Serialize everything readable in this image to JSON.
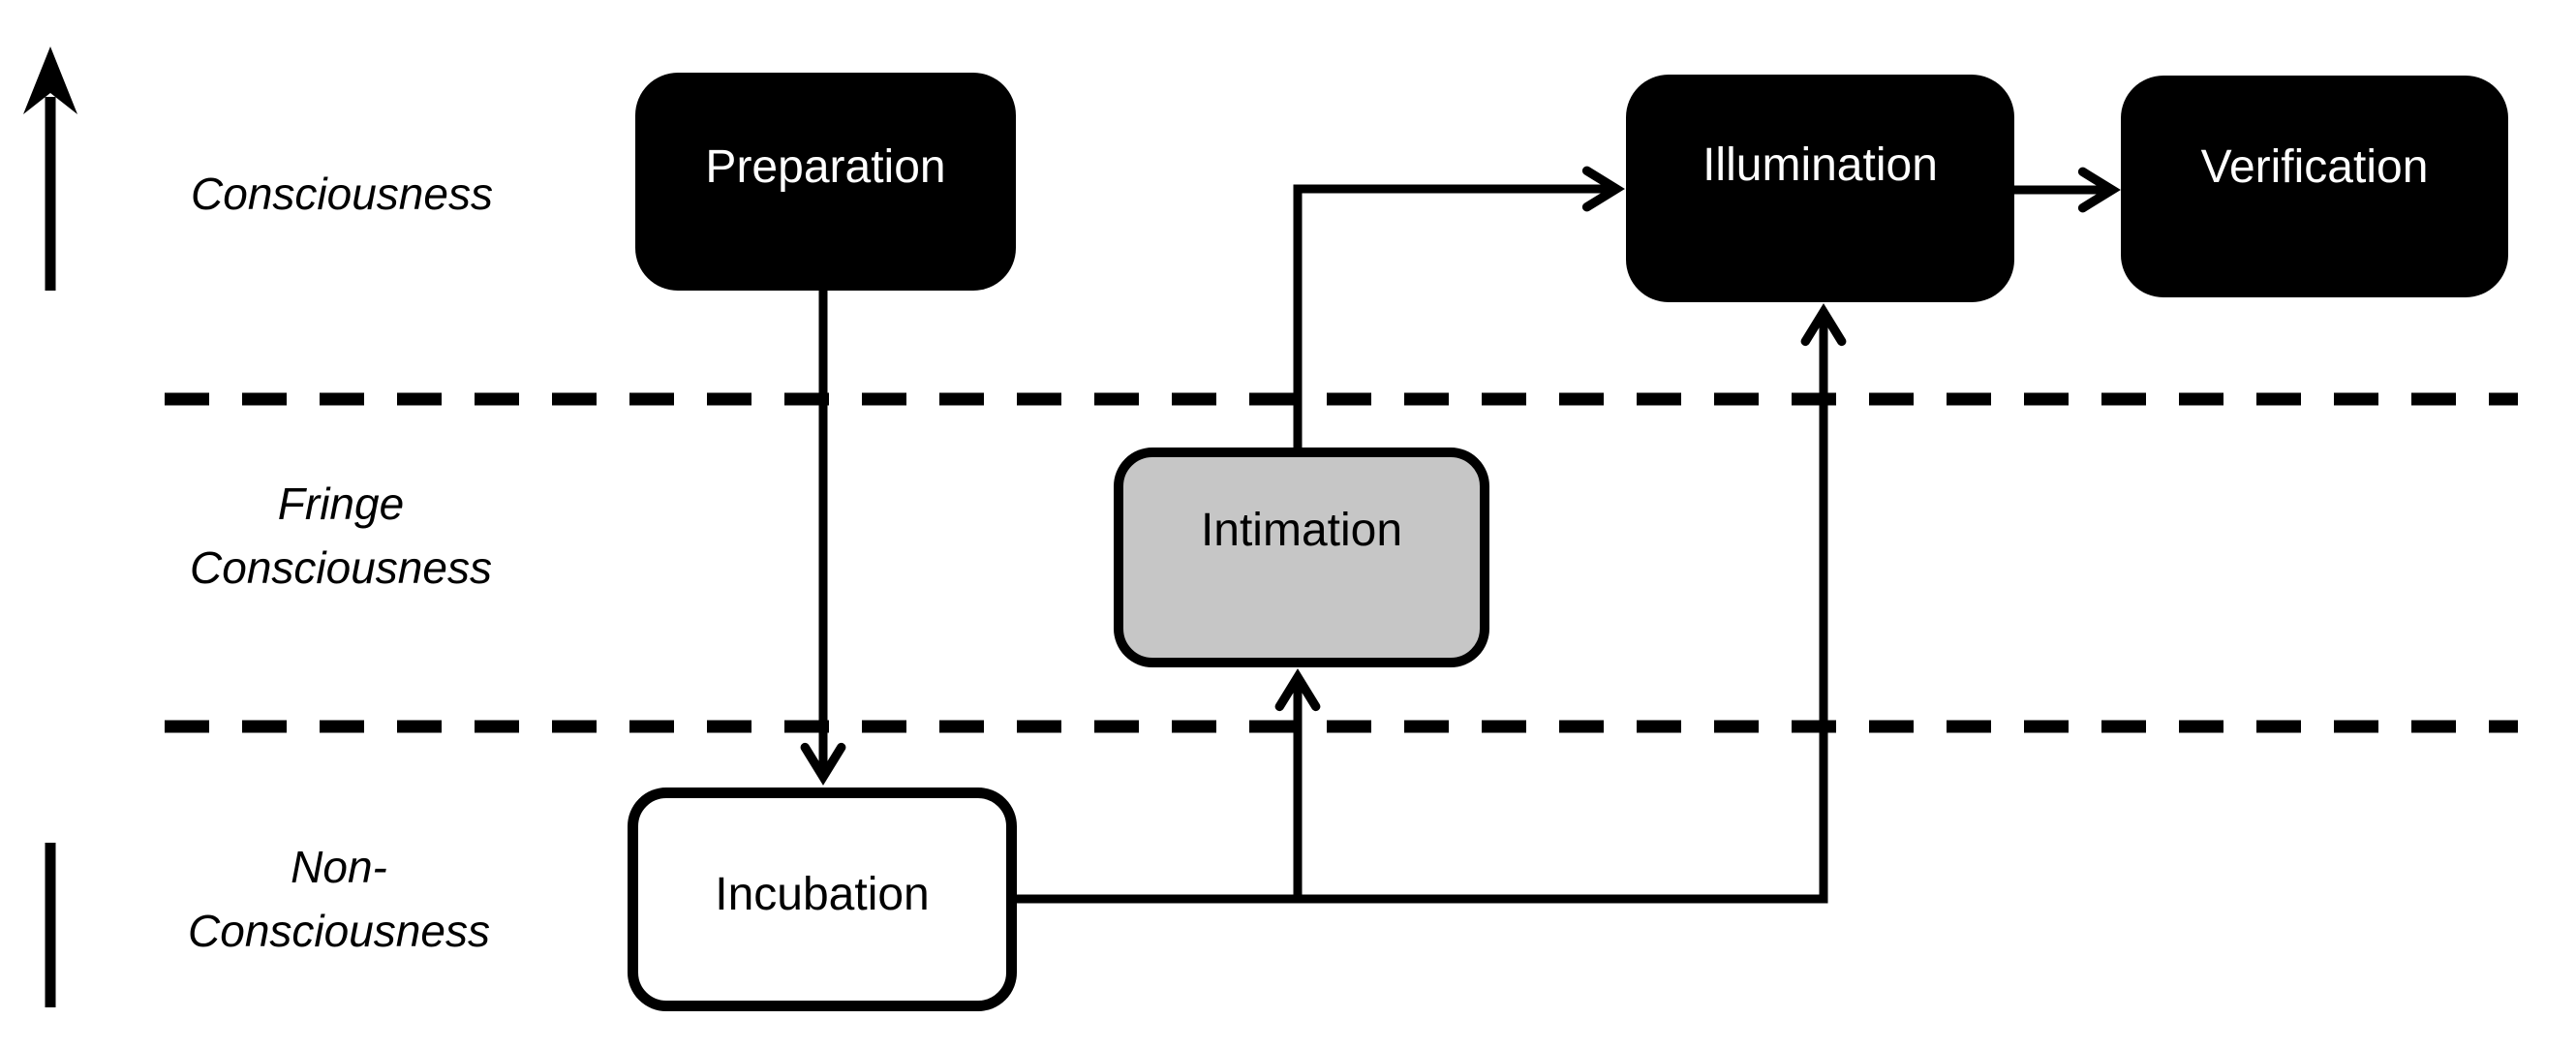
{
  "bands": [
    {
      "name": "consciousness",
      "lines": [
        "Consciousness"
      ]
    },
    {
      "name": "fringe-consciousness",
      "lines": [
        "Fringe",
        "Consciousness"
      ]
    },
    {
      "name": "non-consciousness",
      "lines": [
        "Non-",
        "Consciousness"
      ]
    }
  ],
  "nodes": [
    {
      "name": "preparation",
      "label": "Preparation",
      "fill": "#000000",
      "text_color": "#ffffff"
    },
    {
      "name": "incubation",
      "label": "Incubation",
      "fill": "#ffffff",
      "text_color": "#000000"
    },
    {
      "name": "intimation",
      "label": "Intimation",
      "fill": "#c6c6c6",
      "text_color": "#000000"
    },
    {
      "name": "illumination",
      "label": "Illumination",
      "fill": "#000000",
      "text_color": "#ffffff"
    },
    {
      "name": "verification",
      "label": "Verification",
      "fill": "#000000",
      "text_color": "#ffffff"
    }
  ],
  "edges": [
    {
      "from": "preparation",
      "to": "incubation"
    },
    {
      "from": "incubation",
      "to": "intimation"
    },
    {
      "from": "incubation",
      "to": "illumination"
    },
    {
      "from": "intimation",
      "to": "illumination"
    },
    {
      "from": "illumination",
      "to": "verification"
    }
  ],
  "colors": {
    "line": "#000000",
    "background": "#ffffff",
    "intimation_fill": "#c6c6c6"
  }
}
